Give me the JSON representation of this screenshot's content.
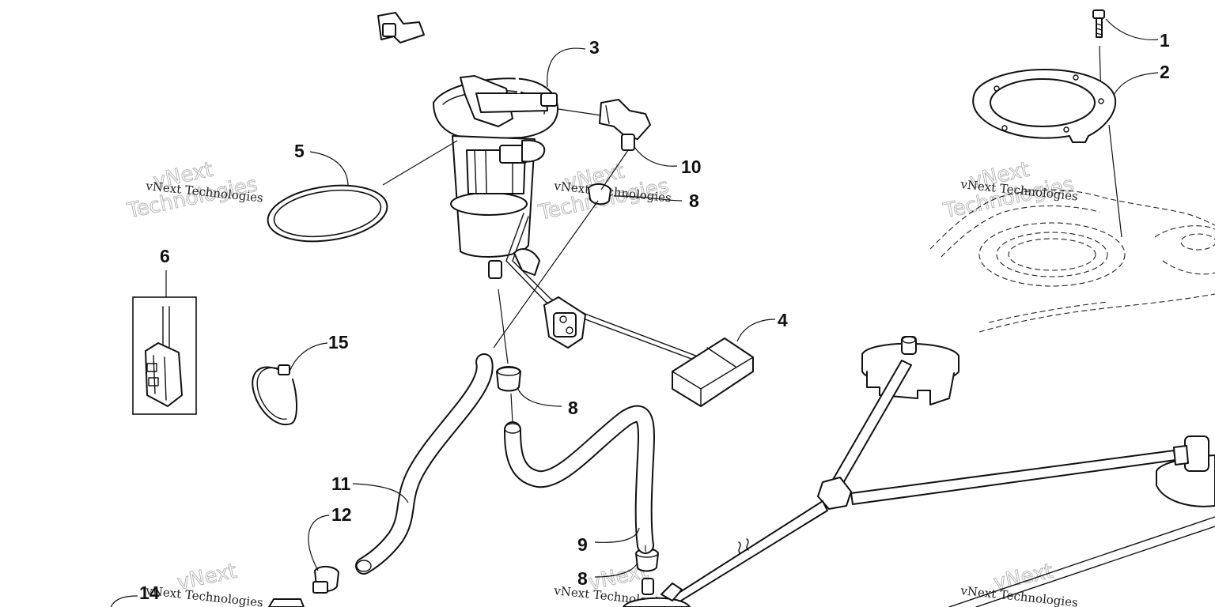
{
  "diagram": {
    "callouts": [
      {
        "id": "c1",
        "label": "1"
      },
      {
        "id": "c2",
        "label": "2"
      },
      {
        "id": "c3",
        "label": "3"
      },
      {
        "id": "c4",
        "label": "4"
      },
      {
        "id": "c5",
        "label": "5"
      },
      {
        "id": "c6",
        "label": "6"
      },
      {
        "id": "c8a",
        "label": "8"
      },
      {
        "id": "c8b",
        "label": "8"
      },
      {
        "id": "c8c",
        "label": "8"
      },
      {
        "id": "c9",
        "label": "9"
      },
      {
        "id": "c10",
        "label": "10"
      },
      {
        "id": "c11",
        "label": "11"
      },
      {
        "id": "c12",
        "label": "12"
      },
      {
        "id": "c14",
        "label": "14"
      },
      {
        "id": "c15",
        "label": "15"
      }
    ]
  },
  "watermark": {
    "line1": "vNext Technologies",
    "line2a": "vNext",
    "line2b": "Technologies"
  }
}
